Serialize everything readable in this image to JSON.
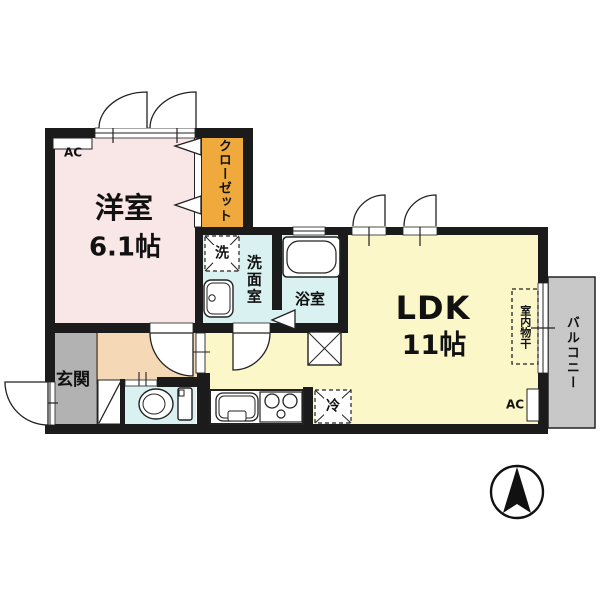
{
  "floorplan": {
    "western_room": {
      "name": "洋室",
      "size": "6.1帖",
      "ac_label": "AC"
    },
    "closet": {
      "name": "クローゼット"
    },
    "washroom": {
      "name": "洗面室",
      "washer_label": "洗"
    },
    "bathroom": {
      "name": "浴室"
    },
    "ldk": {
      "name": "LDK",
      "size": "11帖",
      "fridge_label": "冷",
      "drying_label": "室内物干",
      "ac_label": "AC"
    },
    "entrance": {
      "name": "玄関"
    },
    "balcony": {
      "name": "バルコニー"
    },
    "colors": {
      "wall": "#1b1b1b",
      "western_room": "#f9e6e6",
      "closet": "#efa93c",
      "wet_area": "#d9f1f1",
      "ldk": "#fbf7c9",
      "hallway": "#f5d9b6",
      "entrance": "#b2b2b2",
      "balcony": "#c8c8c8",
      "line": "#222222"
    }
  }
}
